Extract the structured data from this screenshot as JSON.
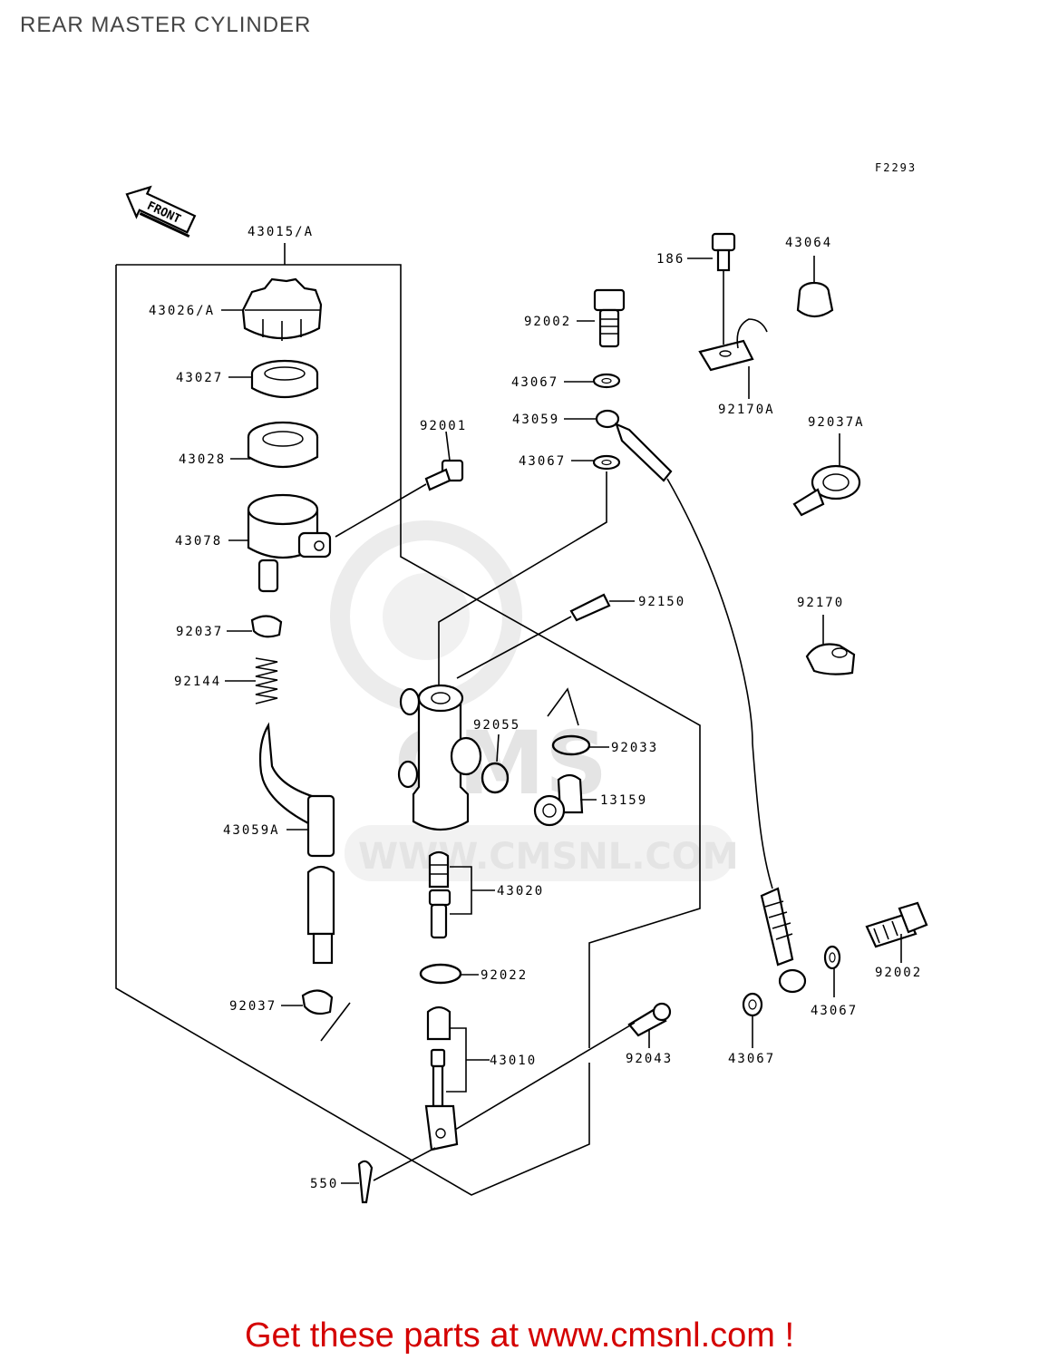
{
  "page": {
    "title": "REAR MASTER CYLINDER",
    "figure_code": "F2293",
    "front_label": "FRONT",
    "footer": "Get these parts at www.cmsnl.com !"
  },
  "watermark": {
    "brand": "CMS",
    "site": "WWW.CMSNL.COM"
  },
  "parts": {
    "p43015A": "43015/A",
    "p43026A": "43026/A",
    "p43027": "43027",
    "p43028": "43028",
    "p43078": "43078",
    "p92037_top": "92037",
    "p92144": "92144",
    "p43059A": "43059A",
    "p92037_bottom": "92037",
    "p550": "550",
    "p92001": "92001",
    "p92002_top": "92002",
    "p43067_a": "43067",
    "p43059": "43059",
    "p43067_b": "43067",
    "p186": "186",
    "p43064": "43064",
    "p92170A": "92170A",
    "p92037A": "92037A",
    "p92150": "92150",
    "p92170": "92170",
    "p92055": "92055",
    "p92033": "92033",
    "p13159": "13159",
    "p43020": "43020",
    "p92022": "92022",
    "p43010": "43010",
    "p92043": "92043",
    "p43067_c": "43067",
    "p43067_d": "43067",
    "p92002_bottom": "92002"
  }
}
